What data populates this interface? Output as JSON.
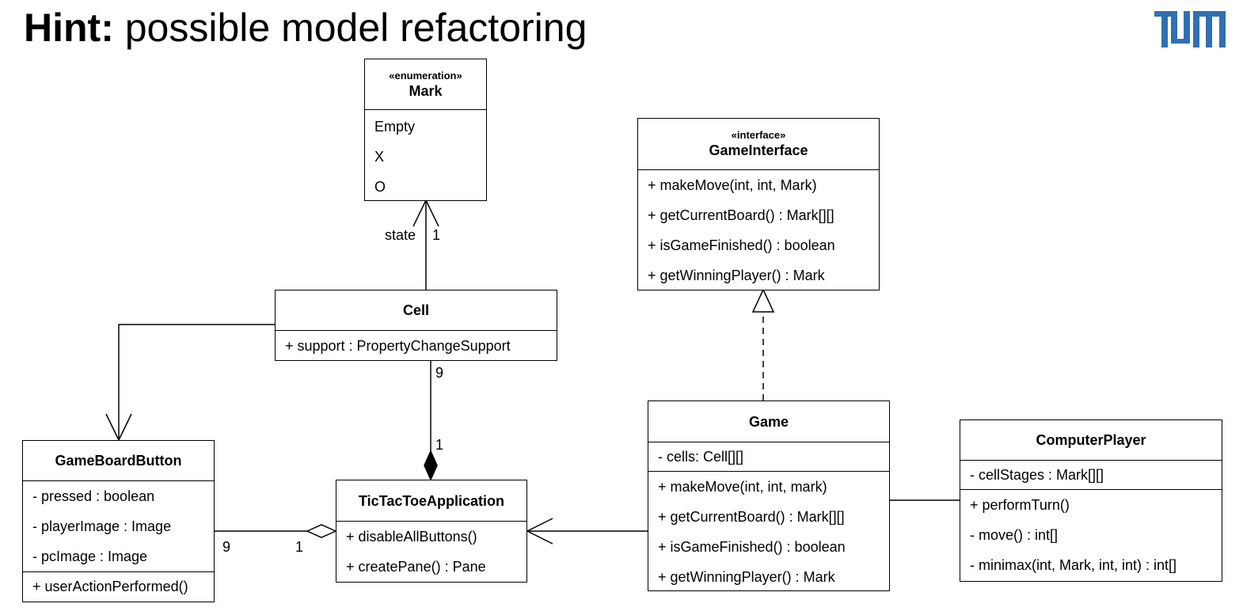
{
  "slide": {
    "title_bold": "Hint:",
    "title_rest": " possible model refactoring",
    "logo_text": "TUM"
  },
  "classes": {
    "mark": {
      "stereotype": "«enumeration»",
      "name": "Mark",
      "literals": [
        "Empty",
        "X",
        "O"
      ]
    },
    "game_interface": {
      "stereotype": "«interface»",
      "name": "GameInterface",
      "operations": [
        "+ makeMove(int, int, Mark)",
        "+ getCurrentBoard() : Mark[][]",
        "+ isGameFinished() : boolean",
        "+ getWinningPlayer() : Mark"
      ]
    },
    "cell": {
      "name": "Cell",
      "attributes": [
        "+ support : PropertyChangeSupport"
      ]
    },
    "game_board_button": {
      "name": "GameBoardButton",
      "attributes": [
        "- pressed : boolean",
        "- playerImage : Image",
        "- pcImage : Image"
      ],
      "operations": [
        "+ userActionPerformed()"
      ]
    },
    "tic_tac_toe_application": {
      "name": "TicTacToeApplication",
      "operations": [
        "+ disableAllButtons()",
        "+ createPane() : Pane"
      ]
    },
    "game": {
      "name": "Game",
      "attributes": [
        "- cells: Cell[][]"
      ],
      "operations": [
        "+ makeMove(int, int, mark)",
        "+ getCurrentBoard() : Mark[][]",
        "+ isGameFinished() : boolean",
        "+ getWinningPlayer() : Mark"
      ]
    },
    "computer_player": {
      "name": "ComputerPlayer",
      "attributes": [
        "- cellStages : Mark[][]"
      ],
      "operations": [
        "+ performTurn()",
        "- move() : int[]",
        "- minimax(int, Mark, int, int) : int[]"
      ]
    }
  },
  "labels": {
    "cell_mark_role": "state",
    "cell_mark_mult": "1",
    "cell_app_mult_cell": "9",
    "cell_app_mult_app": "1",
    "button_app_mult_button": "9",
    "button_app_mult_app": "1"
  }
}
